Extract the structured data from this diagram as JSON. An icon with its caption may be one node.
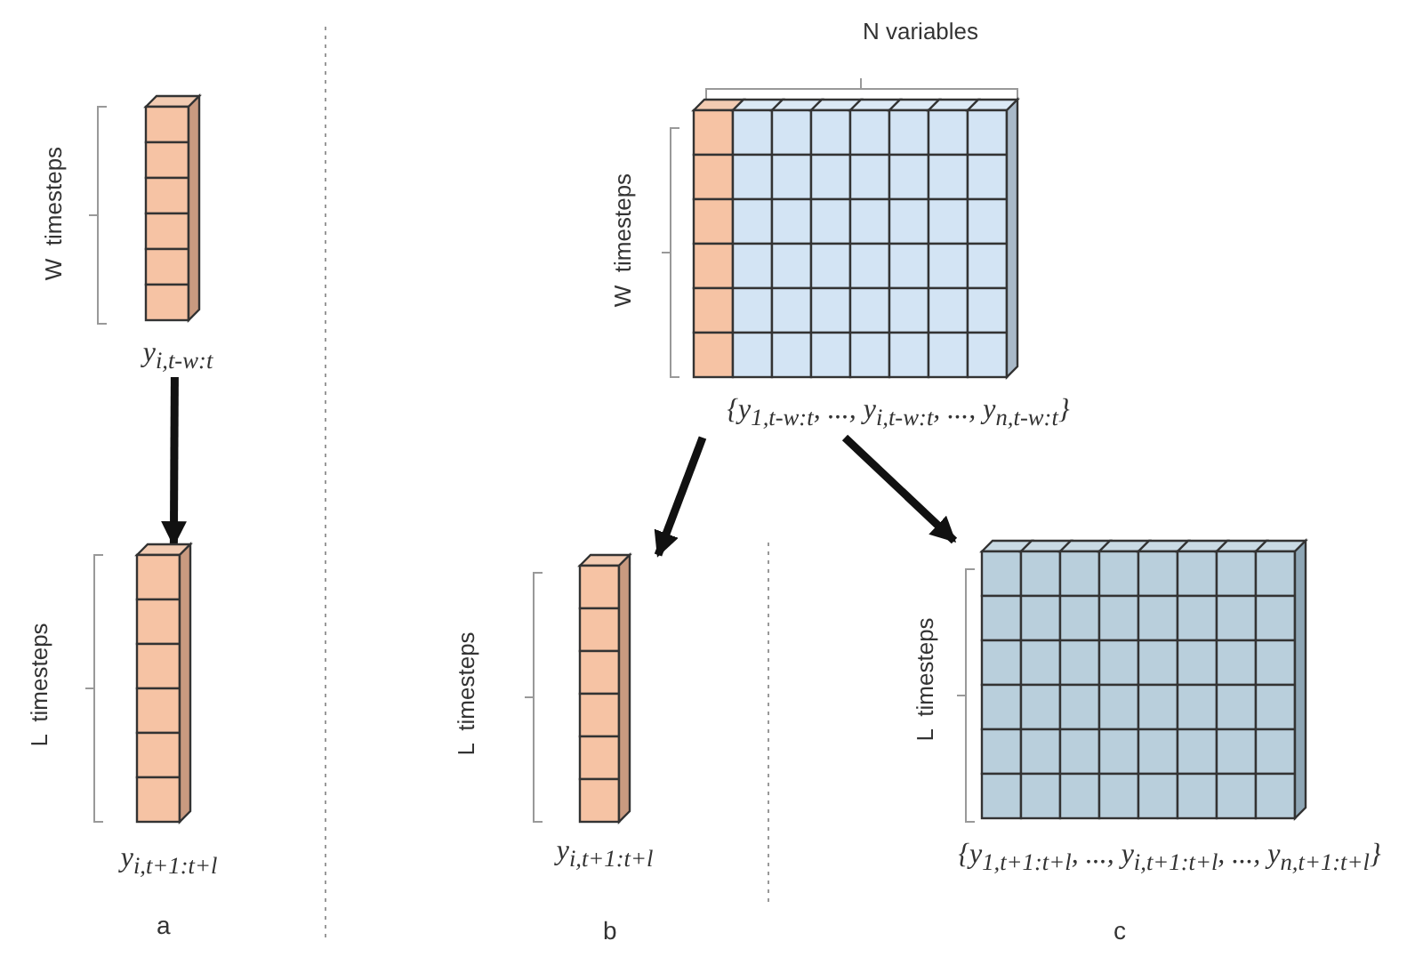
{
  "diagram": {
    "nodes": [
      {
        "text": [
          "y$_{i,t-w:t}$"
        ],
        "beside": [
          "W  timesteps"
        ]
      },
      {
        "text": [
          "y$_{i,t+1:t+l}$"
        ],
        "beside": [
          "L  timesteps"
        ]
      },
      {
        "text": [
          "{y$_{1,t-w:t}$, ..., y$_{i,t-w:t}$, ..., y$_{n,t-w:t}$}"
        ],
        "beside": [
          "N variables",
          "W  timesteps"
        ]
      },
      {
        "text": [
          "y$_{i,t+1:t+l}$"
        ],
        "beside": [
          "L  timesteps"
        ]
      },
      {
        "text": [
          "{y$_{1,t+1:t+l}$, ..., y$_{i,t+1:t+l}$, ..., y$_{n,t+1:t+l}$}"
        ],
        "beside": [
          "L  timesteps"
        ]
      }
    ],
    "edges": [
      {
        "from": 0,
        "to": 1,
        "arrow": "to"
      },
      {
        "from": 2,
        "to": 3,
        "arrow": "to"
      },
      {
        "from": 2,
        "to": 4,
        "arrow": "to"
      }
    ],
    "labels": [
      "a",
      "b",
      "c"
    ]
  }
}
